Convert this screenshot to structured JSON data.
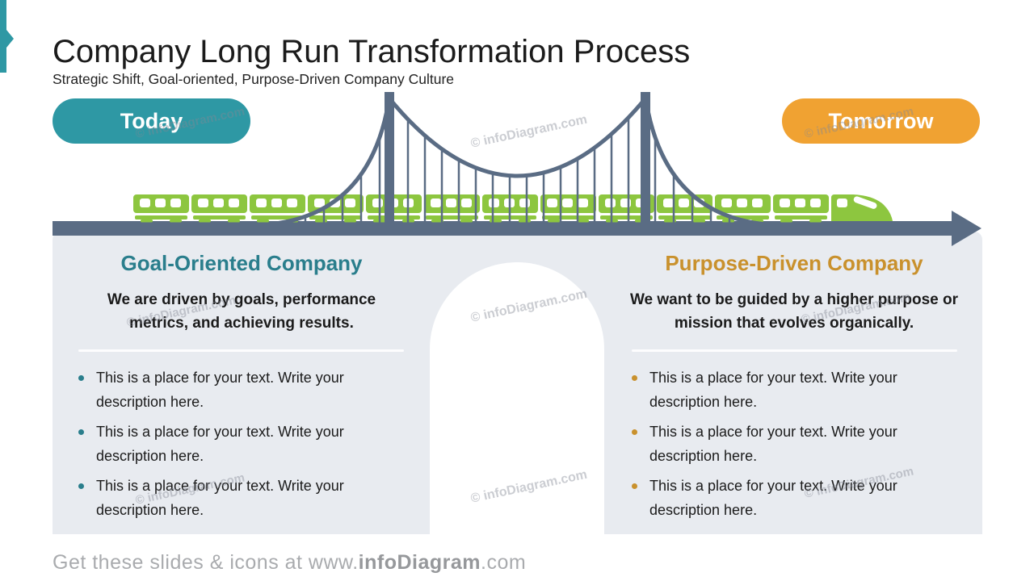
{
  "header": {
    "title": "Company Long Run Transformation Process",
    "subtitle": "Strategic Shift, Goal-oriented, Purpose-Driven Company Culture"
  },
  "timeline": {
    "today_label": "Today",
    "tomorrow_label": "Tomorrow"
  },
  "panels": {
    "left": {
      "heading": "Goal-Oriented Company",
      "description": "We are driven by goals, performance metrics, and achieving results.",
      "bullets": [
        "This is a place for your text. Write your description here.",
        "This is a place for your text. Write your description here.",
        "This is a place for your text. Write your description here."
      ]
    },
    "right": {
      "heading": "Purpose-Driven Company",
      "description": "We want to be guided by a higher purpose or mission that evolves organically.",
      "bullets": [
        "This is a place for your text. Write your description here.",
        "This is a place for your text. Write your description here.",
        "This is a place for your text. Write your description here."
      ]
    }
  },
  "footer": {
    "prefix": "Get these slides & icons at www.",
    "brand": "infoDiagram",
    "suffix": ".com"
  },
  "watermark": {
    "text": "© infoDiagram.com"
  },
  "colors": {
    "teal": "#2E98A4",
    "teal_dark": "#2A7E8C",
    "orange": "#F0A232",
    "orange_dark": "#C9912D",
    "bridge_slate": "#5A6C84",
    "train_green": "#8DC63F",
    "panel_gray": "#E8EBF0"
  }
}
